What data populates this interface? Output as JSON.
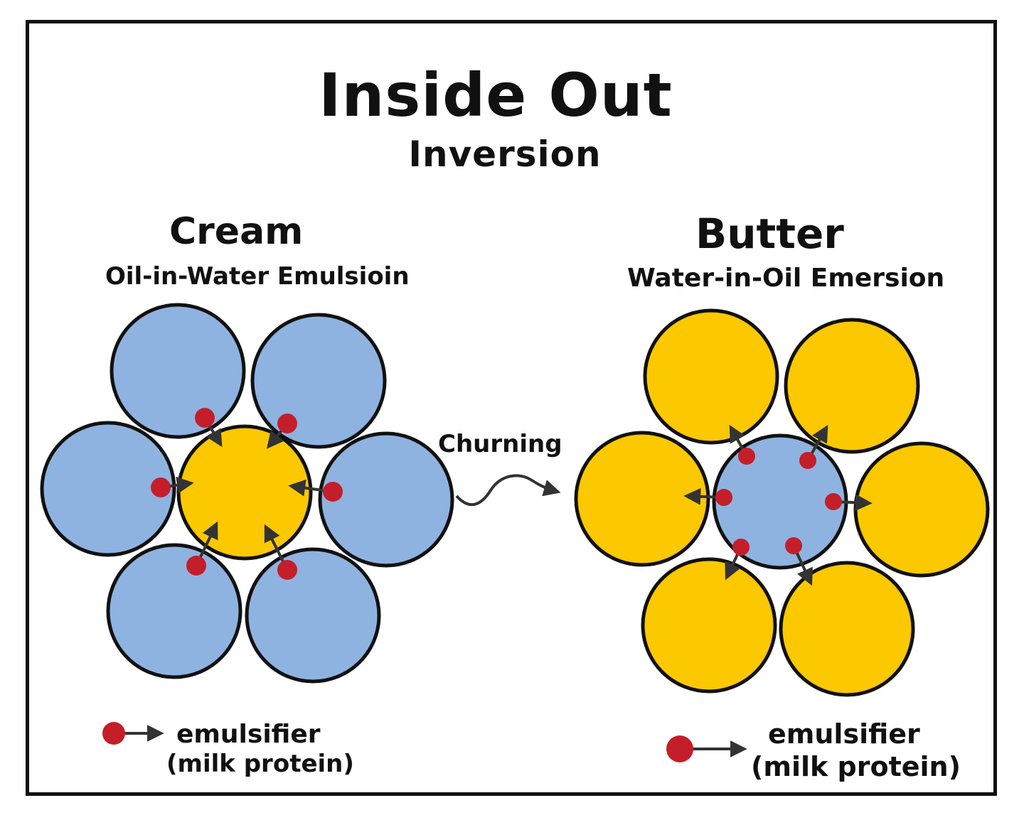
{
  "title": "Inside Out",
  "subtitle": "Inversion",
  "cream": {
    "heading": "Cream",
    "subheading": "Oil-in-Water Emulsioin"
  },
  "butter": {
    "heading": "Butter",
    "subheading": "Water-in-Oil Emersion"
  },
  "process_label": "Churning",
  "legend_left": {
    "line1": "emulsifier",
    "line2": "(milk protein)"
  },
  "legend_right": {
    "line1": "emulsifier",
    "line2": "(milk protein)"
  },
  "colors": {
    "water": "#8fb3e0",
    "fat": "#fcc800",
    "emulsifier": "#c41e2a",
    "outline": "#111111",
    "arrow": "#333333"
  }
}
